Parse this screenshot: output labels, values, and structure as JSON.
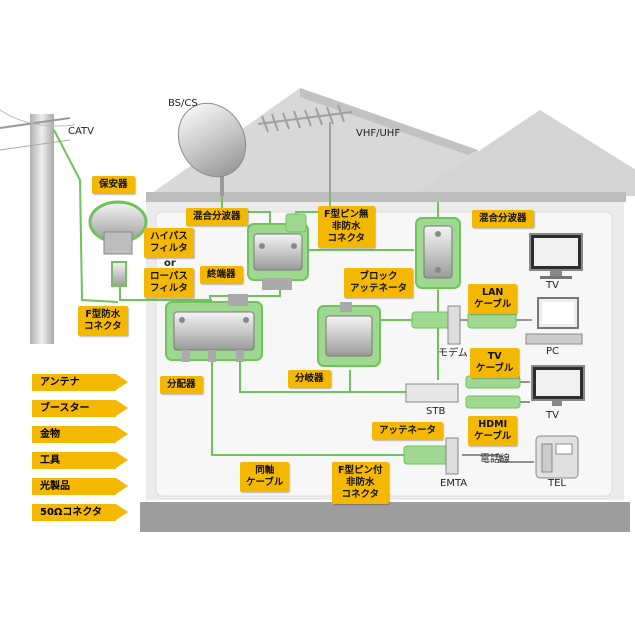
{
  "labels": {
    "bscs": "BS/CS",
    "vhfuhf": "VHF/UHF",
    "catv": "CATV",
    "tv1": "TV",
    "pc": "PC",
    "tv2": "TV",
    "modem": "モデム",
    "stb": "STB",
    "emta": "EMTA",
    "tel": "TEL",
    "denwasen": "電話線"
  },
  "tags": {
    "hoanki": "保安器",
    "high_pass": "ハイパス\nフィルタ",
    "or": "or",
    "low_pass": "ローパス\nフィルタ",
    "f_waterproof": "F型防水\nコネクタ",
    "mixer_top": "混合分波器",
    "f_pin_none": "F型ピン無\n非防水\nコネクタ",
    "mixer_right": "混合分波器",
    "terminator": "終端器",
    "block_attenuator": "ブロック\nアッテネータ",
    "lan_cable": "LAN\nケーブル",
    "distributor": "分配器",
    "branch": "分岐器",
    "tv_cable": "TV\nケーブル",
    "hdmi_cable": "HDMI\nケーブル",
    "attenuator": "アッテネータ",
    "coax_cable": "同軸\nケーブル",
    "f_pin_with": "F型ピン付\n非防水\nコネクタ"
  },
  "legend": [
    "アンテナ",
    "ブースター",
    "金物",
    "工具",
    "光製品",
    "50Ωコネクタ"
  ],
  "colors": {
    "accent": "#f5b800",
    "cable": "#6fc35a",
    "house": "#c8c8c8"
  }
}
